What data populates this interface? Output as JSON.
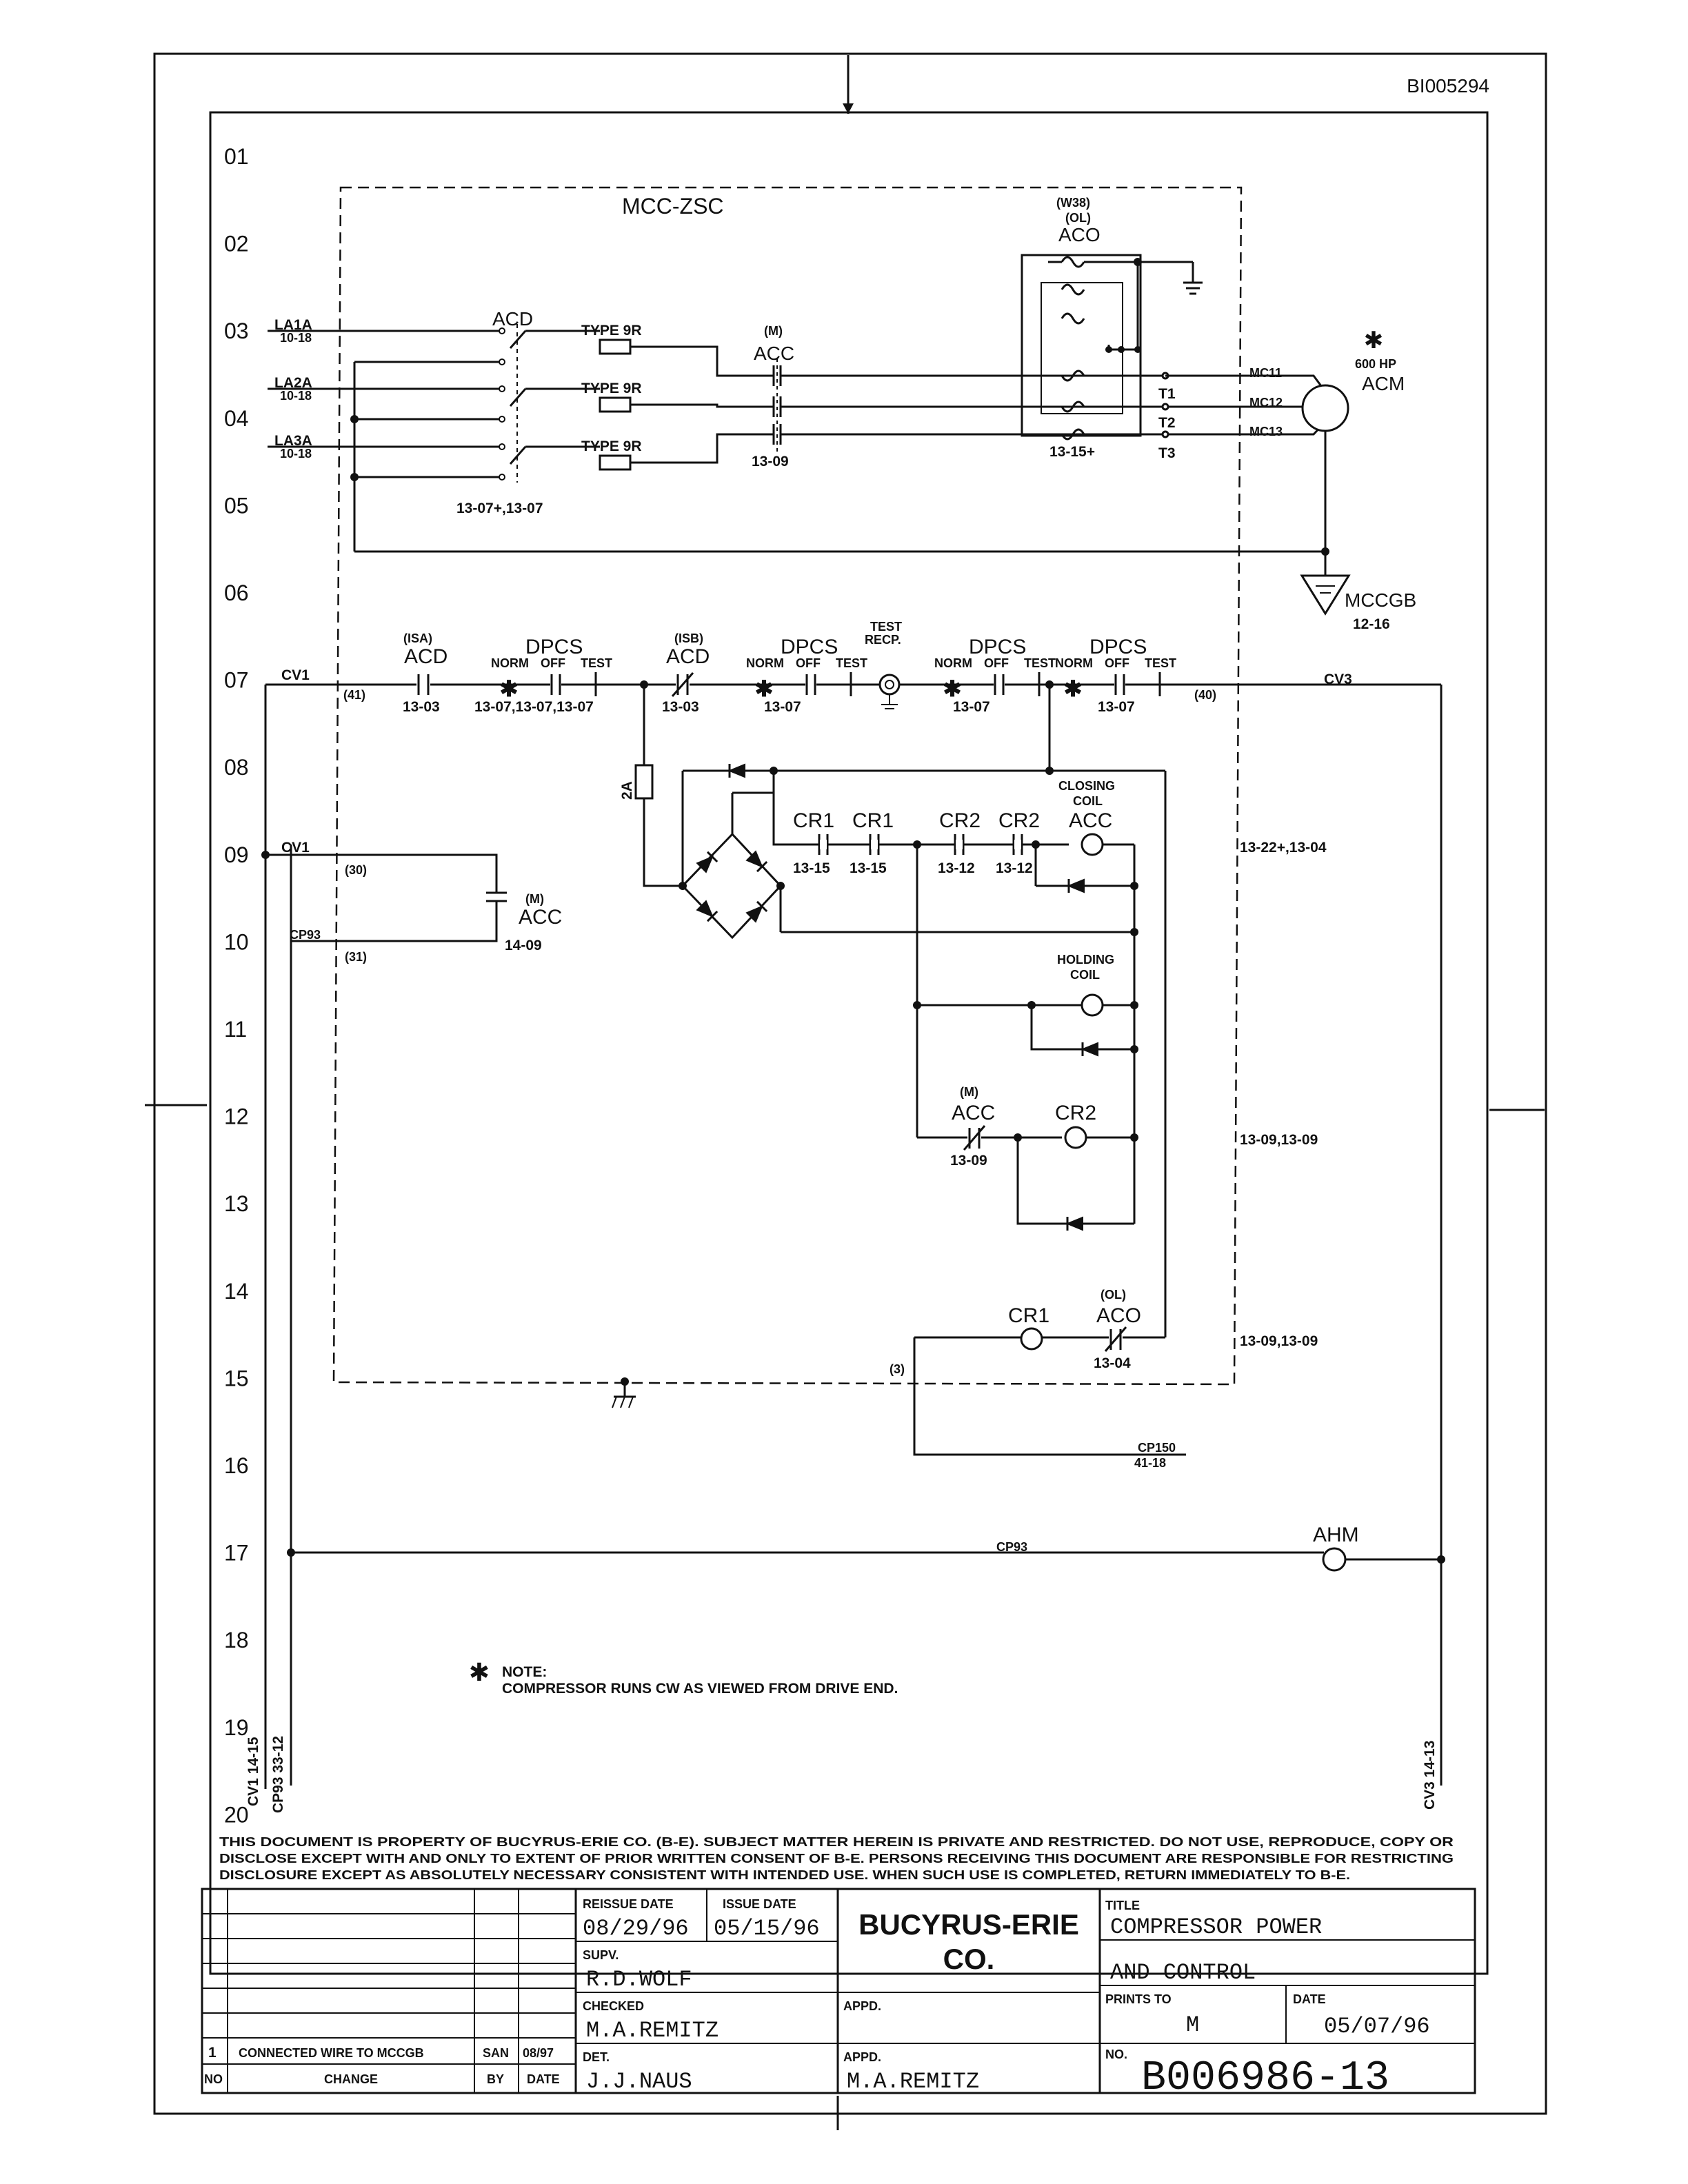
{
  "drawing_id": "BI005294",
  "row_numbers": [
    "01",
    "02",
    "03",
    "04",
    "05",
    "06",
    "07",
    "08",
    "09",
    "10",
    "11",
    "12",
    "13",
    "14",
    "15",
    "16",
    "17",
    "18",
    "19",
    "20"
  ],
  "panel_label": "MCC-ZSC",
  "power": {
    "wire_ids": [
      "LA1A",
      "LA2A",
      "LA3A"
    ],
    "wire_refs": [
      "10-18",
      "10-18",
      "10-18"
    ],
    "disconnect": {
      "name": "ACD",
      "ref": "13-07+,13-07"
    },
    "fuse_type": "TYPE 9R",
    "contactor": {
      "tag": "(M)",
      "name": "ACC",
      "ref": "13-09"
    },
    "overload": {
      "tag1": "(W38)",
      "tag2": "(OL)",
      "name": "ACO",
      "ref": "13-15+"
    },
    "terminals": [
      "T1",
      "T2",
      "T3"
    ],
    "motor_leads": [
      "MC11",
      "MC12",
      "MC13"
    ],
    "motor": {
      "star": "✱",
      "hp": "600 HP",
      "name": "ACM"
    },
    "ground": {
      "name": "MCCGB",
      "ref": "12-16"
    }
  },
  "control": {
    "cv1": "CV1",
    "cv3": "CV3",
    "cp93": "CP93",
    "node41": "(41)",
    "node40": "(40)",
    "node30": "(30)",
    "node31": "(31)",
    "node3": "(3)",
    "isa": {
      "tag": "(ISA)",
      "name": "ACD",
      "ref": "13-03"
    },
    "isb": {
      "tag": "(ISB)",
      "name": "ACD",
      "ref": "13-03"
    },
    "dpcs_name": "DPCS",
    "pos_norm": "NORM",
    "pos_off": "OFF",
    "pos_test": "TEST",
    "dpcs1_ref": "13-07,13-07,13-07",
    "dpcs_ref": "13-07",
    "test_recp": [
      "TEST",
      "RECP."
    ],
    "fuse_2a": "2A",
    "cr1": "CR1",
    "cr2": "CR2",
    "cr1_ref": "13-15",
    "cr2_ref": "13-12",
    "closing_coil": [
      "CLOSING",
      "COIL"
    ],
    "holding_coil": [
      "HOLDING",
      "COIL"
    ],
    "acc": "ACC",
    "acc_tag": "(M)",
    "acc_aux_ref": "14-09",
    "acc_nc_ref": "13-09",
    "aco_tag": "(OL)",
    "aco": "ACO",
    "aco_ref": "13-04",
    "ref_row9": "13-22+,13-04",
    "ref_row12": "13-09,13-09",
    "ref_row14": "13-09,13-09",
    "cp150": "CP150",
    "cp150_ref": "41-18",
    "ahm": "AHM",
    "cp93_line": "CP93",
    "left_refs": [
      "CV1 14-15",
      "CP93 33-12"
    ],
    "right_ref": "CV3 14-13"
  },
  "note": {
    "star": "✱",
    "title": "NOTE:",
    "text": "COMPRESSOR RUNS CW AS VIEWED FROM DRIVE END."
  },
  "disclaimer": [
    "THIS DOCUMENT IS PROPERTY OF BUCYRUS-ERIE CO. (B-E). SUBJECT MATTER HEREIN IS PRIVATE AND RESTRICTED. DO NOT USE, REPRODUCE, COPY OR",
    "DISCLOSE EXCEPT WITH AND ONLY TO EXTENT OF PRIOR WRITTEN CONSENT OF B-E. PERSONS RECEIVING THIS DOCUMENT ARE RESPONSIBLE FOR RESTRICTING",
    "DISCLOSURE EXCEPT AS ABSOLUTELY NECESSARY CONSISTENT WITH INTENDED USE. WHEN SUCH USE IS COMPLETED, RETURN IMMEDIATELY TO B-E."
  ],
  "revision": {
    "no": "1",
    "change": "CONNECTED WIRE TO MCCGB",
    "by": "SAN",
    "date": "08/97",
    "headers": {
      "no": "NO",
      "change": "CHANGE",
      "by": "BY",
      "date": "DATE"
    }
  },
  "title_block": {
    "reissue_date_label": "REISSUE DATE",
    "reissue_date": "08/29/96",
    "issue_date_label": "ISSUE DATE",
    "issue_date": "05/15/96",
    "company_line1": "BUCYRUS-ERIE",
    "company_line2": "CO.",
    "title_label": "TITLE",
    "title_line1": "COMPRESSOR POWER",
    "title_line2": "AND CONTROL",
    "supv_label": "SUPV.",
    "supv": "R.D.WOLF",
    "checked_label": "CHECKED",
    "checked": "M.A.REMITZ",
    "det_label": "DET.",
    "det": "J.J.NAUS",
    "appd_label": "APPD.",
    "appd1": "",
    "appd2": "M.A.REMITZ",
    "prints_to_label": "PRINTS TO",
    "prints_to": "M",
    "date_label": "DATE",
    "date": "05/07/96",
    "no_label": "NO.",
    "drawing_no": "B006986-13"
  }
}
